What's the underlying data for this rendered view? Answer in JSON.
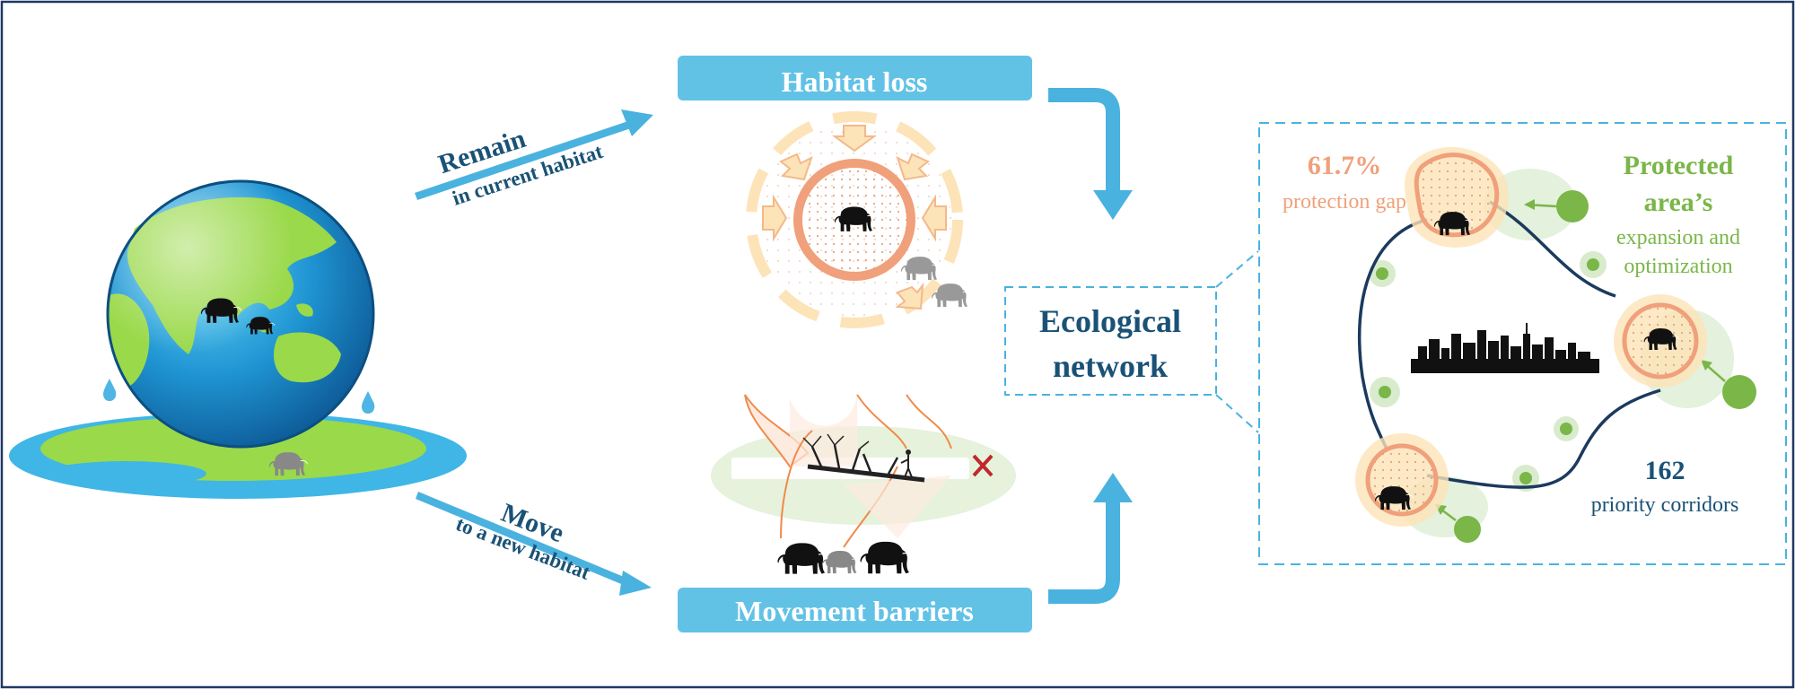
{
  "labels": {
    "habitat_loss": "Habitat loss",
    "movement_barriers": "Movement barriers",
    "remain_main": "Remain",
    "remain_sub": "in current habitat",
    "move_main": "Move",
    "move_sub": "to a new habitat",
    "eco_line1": "Ecological",
    "eco_line2": "network",
    "gap_value": "61.7%",
    "gap_label": "protection gap",
    "pa_line1": "Protected",
    "pa_line2": "area’s",
    "pa_line3": "expansion and",
    "pa_line4": "optimization",
    "corridor_value": "162",
    "corridor_label": "priority corridors"
  },
  "colors": {
    "frame": "#1f3864",
    "banner": "#62c2e6",
    "arrow_blue": "#4ab2df",
    "dark_blue": "#1a5276",
    "orange": "#f0a07a",
    "light_orange": "#fde3b8",
    "green": "#7ab648",
    "light_green": "#e4f1dc",
    "navy_curve": "#1b3a5e"
  },
  "icons": [
    "globe-icon",
    "elephant-icon",
    "fallen-tree-icon",
    "cross-icon",
    "city-skyline-icon",
    "water-drop-icon"
  ]
}
